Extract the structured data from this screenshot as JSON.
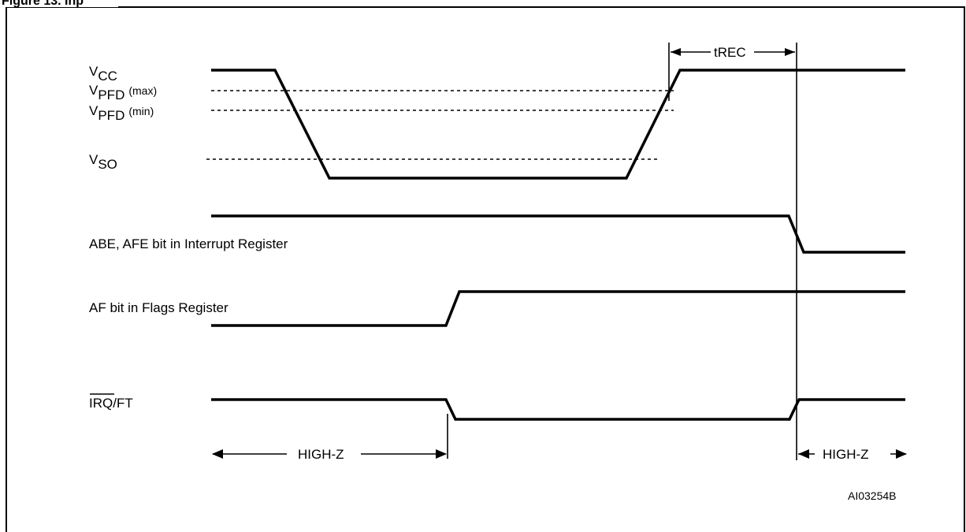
{
  "caption": "Figure 13. Inp",
  "signals": {
    "vcc": {
      "main": "V",
      "sub": "CC"
    },
    "vpfd_max": {
      "main": "V",
      "sub": "PFD",
      "suffix": "(max)"
    },
    "vpfd_min": {
      "main": "V",
      "sub": "PFD",
      "suffix": "(min)"
    },
    "vso": {
      "main": "V",
      "sub": "SO"
    },
    "abe_afe": "ABE, AFE bit in Interrupt Register",
    "af": "AF bit in Flags Register",
    "irq_bar": "IRQ",
    "irq_rest": "/FT"
  },
  "timings": {
    "trec": "tREC",
    "highz_left": "HIGH-Z",
    "highz_right": "HIGH-Z"
  },
  "figure_id": "AI03254B"
}
